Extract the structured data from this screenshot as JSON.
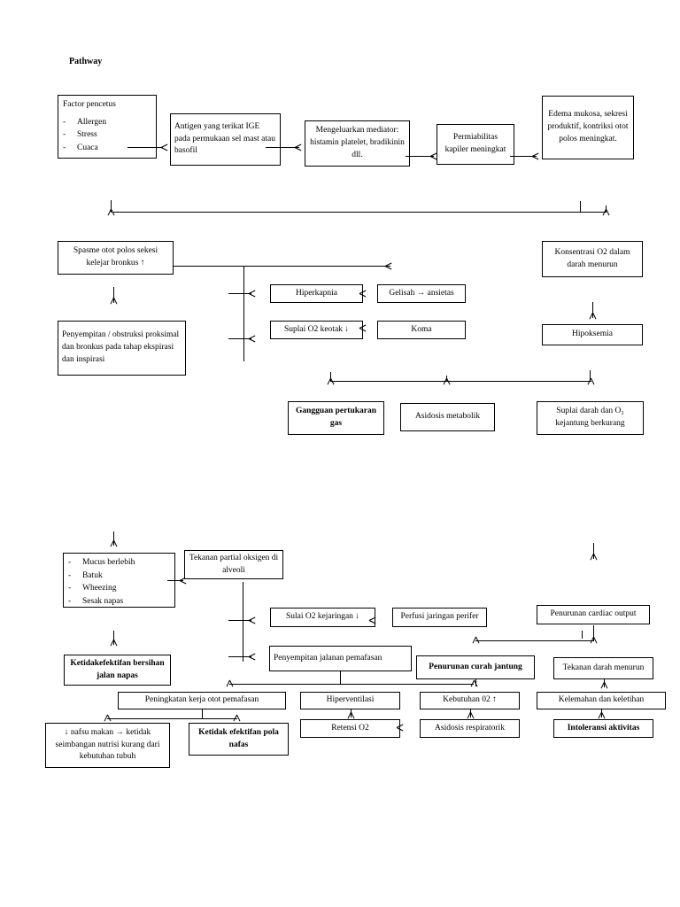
{
  "document": {
    "title": "Pathway"
  },
  "nodes": {
    "factor_pencetus": {
      "header": "Factor pencetus",
      "items": [
        "Allergen",
        "Stress",
        "Cuaca"
      ]
    },
    "antigen": "Antigen yang terikat IGE pada permukaan sel mast atau basofil",
    "mediator": "Mengeluarkan mediator: histamin platelet, bradikinin dll.",
    "permiabilitas": "Permiabilitas kapiler meningkat",
    "edema": "Edema mukosa, sekresi produktif, kontriksi otot polos meningkat.",
    "spasme": "Spasme otot polos sekesi kelejar bronkus ↑",
    "konsentrasi_o2": "Konsentrasi O2 dalam darah menurun",
    "penyempitan_proksimal": "Penyempitan / obstruksi proksimal dan bronkus pada tahap ekspirasi dan inspirasi",
    "hiperkapnia": "Hiperkapnia",
    "gelisah": "Gelisah → ansietas",
    "suplai_o2_keotak": "Suplai O2 keotak ↓",
    "koma": "Koma",
    "hipoksemia": "Hipoksemia",
    "gangguan_pertukaran_gas": "Gangguan pertukaran gas",
    "asidosis_metabolik": "Asidosis metabolik",
    "suplai_darah_jantung": "Suplai darah dan O₂ kejantung berkurang",
    "gejala": {
      "items": [
        "Mucus berlebih",
        "Batuk",
        "Wheezing",
        "Sesak napas"
      ]
    },
    "tekanan_partial": "Tekanan partial oksigen di alveoli",
    "sulai_o2_kejaringan": "Sulai O2 kejaringan ↓",
    "perfusi_jaringan": "Perfusi jaringan perifer",
    "penurunan_cardiac_output": "Penurunan cardiac output",
    "ketidakefektifan_bersihan": "Ketidakefektifan bersihan jalan napas",
    "penyempitan_jalanan": "Penyempitan jalanan pemafasan",
    "penurunan_curah_jantung": "Penurunan curah jantung",
    "tekanan_darah_menurun": "Tekanan darah menurun",
    "peningkatan_kerja_otot": "Peningkatan kerja otot pemafasan",
    "hiperventilasi": "Hiperventilasi",
    "kebutuhan_o2": "Kebutuhan 02 ↑",
    "kelemahan_keletihan": "Kelemahan dan keletihan",
    "nafsu_makan": "↓ nafsu makan → ketidak seimbangan nutrisi kurang dari kebutuhan tubuh",
    "ketidakefektifan_pola_nafas": "Ketidak efektifan pola nafas",
    "retensi_o2": "Retensi O2",
    "asidosis_respiratorik": "Asidosis respiratorik",
    "intoleransi_aktivitas": "Intoleransi aktivitas"
  },
  "colors": {
    "stroke": "#000000",
    "background": "#ffffff",
    "text": "#000000"
  }
}
